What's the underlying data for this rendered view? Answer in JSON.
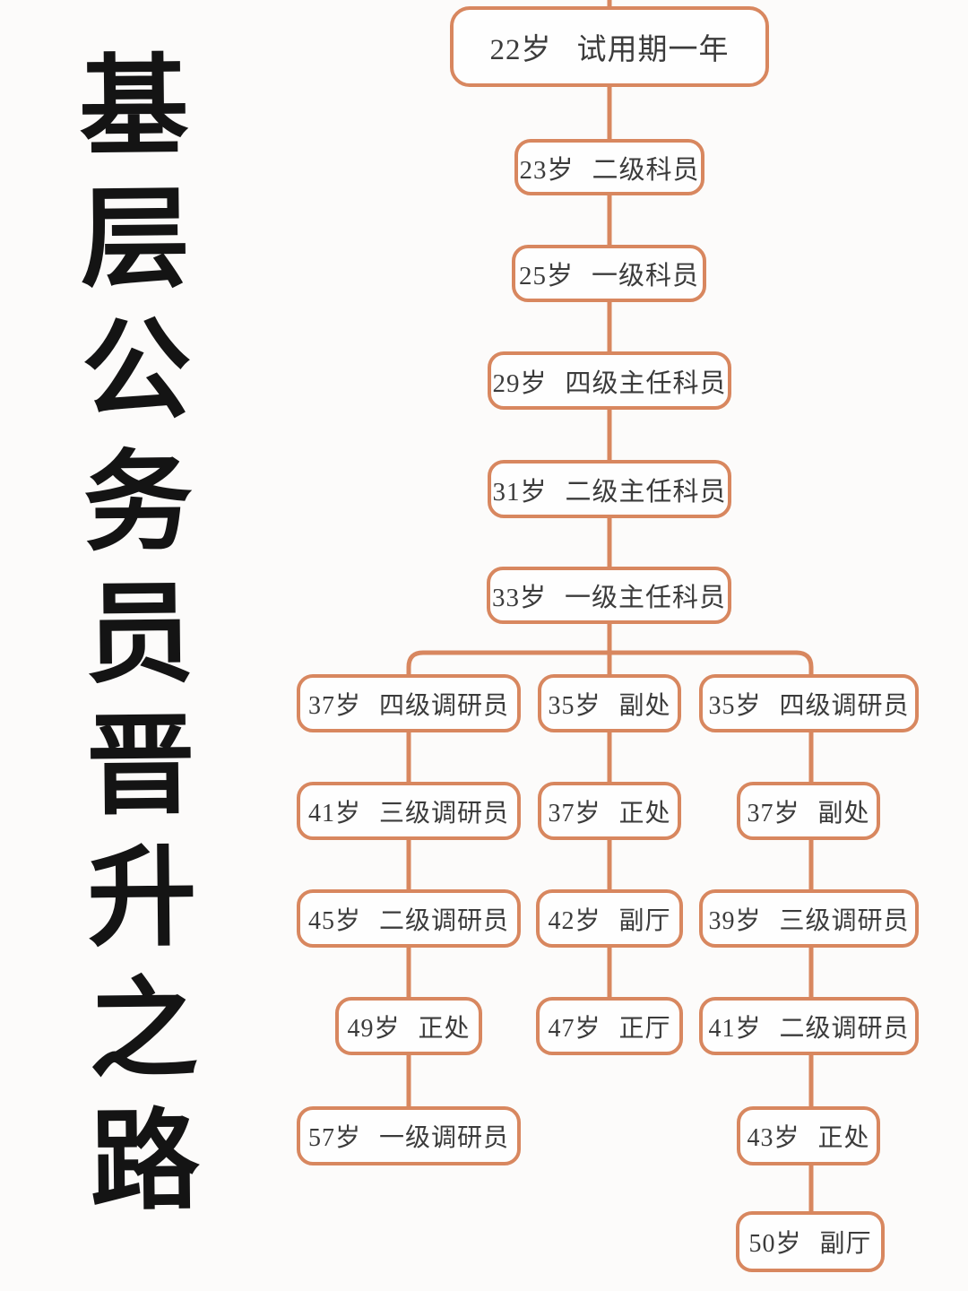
{
  "title": {
    "text": "基层公务员晋升之路"
  },
  "colors": {
    "accent": "#d8875f",
    "node_background": "#fefefe",
    "node_text": "#3b3b3b",
    "title_text": "#141414",
    "page_background": "#fcfbfa"
  },
  "chart_data": {
    "type": "flowchart",
    "title": "基层公务员晋升之路",
    "layout": "vertical tree, single main path branching into three parallel career tracks",
    "main_path": [
      {
        "age": "22岁",
        "role": "试用期一年"
      },
      {
        "age": "23岁",
        "role": "二级科员"
      },
      {
        "age": "25岁",
        "role": "一级科员"
      },
      {
        "age": "29岁",
        "role": "四级主任科员"
      },
      {
        "age": "31岁",
        "role": "二级主任科员"
      },
      {
        "age": "33岁",
        "role": "一级主任科员"
      }
    ],
    "branches": {
      "left": [
        {
          "age": "37岁",
          "role": "四级调研员"
        },
        {
          "age": "41岁",
          "role": "三级调研员"
        },
        {
          "age": "45岁",
          "role": "二级调研员"
        },
        {
          "age": "49岁",
          "role": "正处"
        },
        {
          "age": "57岁",
          "role": "一级调研员"
        }
      ],
      "middle": [
        {
          "age": "35岁",
          "role": "副处"
        },
        {
          "age": "37岁",
          "role": "正处"
        },
        {
          "age": "42岁",
          "role": "副厅"
        },
        {
          "age": "47岁",
          "role": "正厅"
        }
      ],
      "right": [
        {
          "age": "35岁",
          "role": "四级调研员"
        },
        {
          "age": "37岁",
          "role": "副处"
        },
        {
          "age": "39岁",
          "role": "三级调研员"
        },
        {
          "age": "41岁",
          "role": "二级调研员"
        },
        {
          "age": "43岁",
          "role": "正处"
        },
        {
          "age": "50岁",
          "role": "副厅"
        }
      ]
    }
  }
}
